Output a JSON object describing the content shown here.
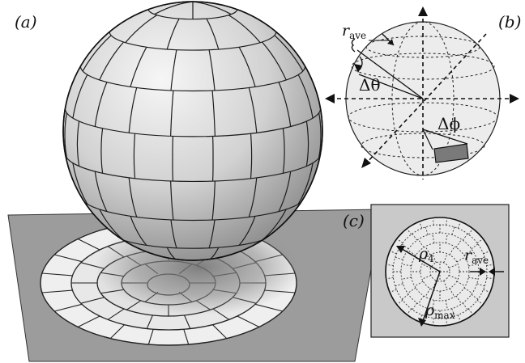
{
  "panels": {
    "a": {
      "label": "(a)"
    },
    "b": {
      "label": "(b)",
      "r_ave_symbol": "r",
      "r_ave_sub": "ave",
      "dtheta": "Δθ",
      "dphi": "Δϕ"
    },
    "c": {
      "label": "(c)",
      "rho4_symbol": "ρ",
      "rho4_sub": "4",
      "rmax_symbol": "ρ",
      "rmax_sub": "max",
      "r_ave_symbol": "r",
      "r_ave_sub": "ave"
    }
  },
  "colors": {
    "sphere_light": "#f4f4f4",
    "sphere_dark": "#8a8a8a",
    "plane": "#9a9a9a",
    "ring_tile": "#efefef",
    "inset_bg": "#c9c9c9",
    "disk": "#e9e9e9",
    "patch": "#7a7a7a"
  }
}
